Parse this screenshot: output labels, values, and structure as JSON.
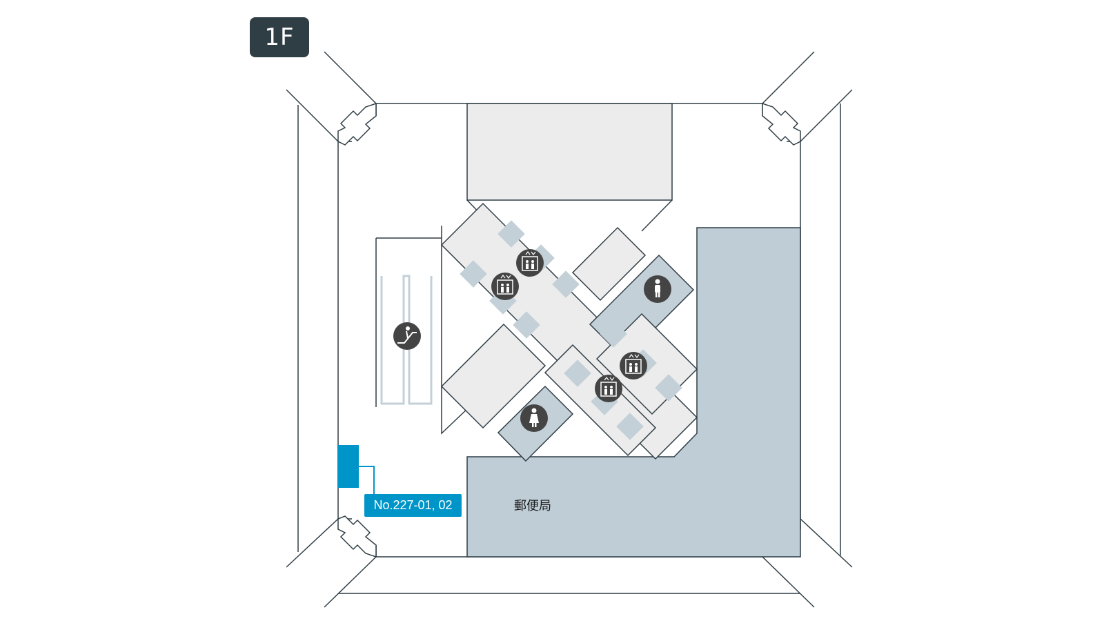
{
  "floor": {
    "label": "1F"
  },
  "locker": {
    "label": "No.227-01, 02",
    "color": "#0095c8"
  },
  "area": {
    "post_office_label": "郵便局"
  },
  "colors": {
    "outline": "#2f3d45",
    "corridor_fill": "#ececec",
    "shop_fill": "#bfcdd6",
    "restroom_zone_fill": "#c3d0d8",
    "icon_bg": "#444444",
    "escalator_line": "#c3d0d8"
  },
  "icons": {
    "escalator": "escalator-icon",
    "elevator": "elevator-icon",
    "mens_restroom": "mens-restroom-icon",
    "womens_restroom": "womens-restroom-icon"
  }
}
